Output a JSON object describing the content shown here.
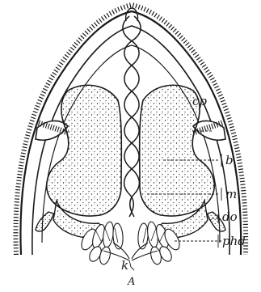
{
  "figure": {
    "caption": "A",
    "ink_color": "#1a1a1a",
    "fill_color": "#ffffff"
  },
  "labels": {
    "cp": "cp",
    "b": "b",
    "m": "m",
    "do": "do",
    "phd": "phd",
    "k": "k"
  }
}
